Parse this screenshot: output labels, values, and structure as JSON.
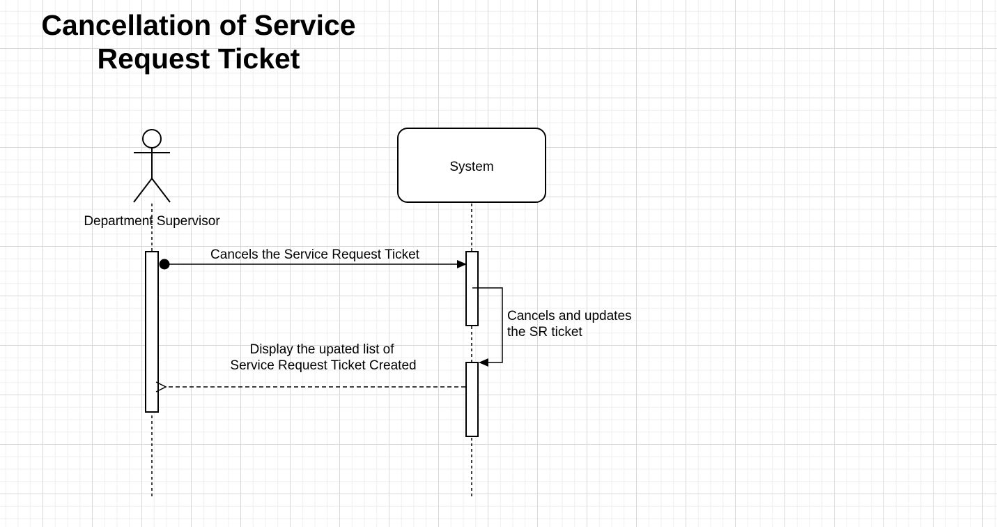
{
  "title": {
    "line1": "Cancellation of Service",
    "line2": "Request Ticket"
  },
  "participants": {
    "actor": {
      "label": "Department Supervisor",
      "icon": "stick-figure-actor-icon"
    },
    "system": {
      "label": "System"
    }
  },
  "messages": {
    "cancel_request": {
      "label": "Cancels the Service Request Ticket",
      "style": "solid, filled arrowhead, start dot"
    },
    "self_update": {
      "line1": "Cancels and updates",
      "line2": "the SR ticket",
      "style": "solid self-call, filled arrowhead"
    },
    "display_list": {
      "line1": "Display the upated list of",
      "line2": "Service Request Ticket Created",
      "style": "dashed return, open arrowhead"
    }
  },
  "colors": {
    "stroke": "#000000",
    "background": "#ffffff",
    "grid_major": "#d8d8d8",
    "grid_minor": "#efefef"
  }
}
